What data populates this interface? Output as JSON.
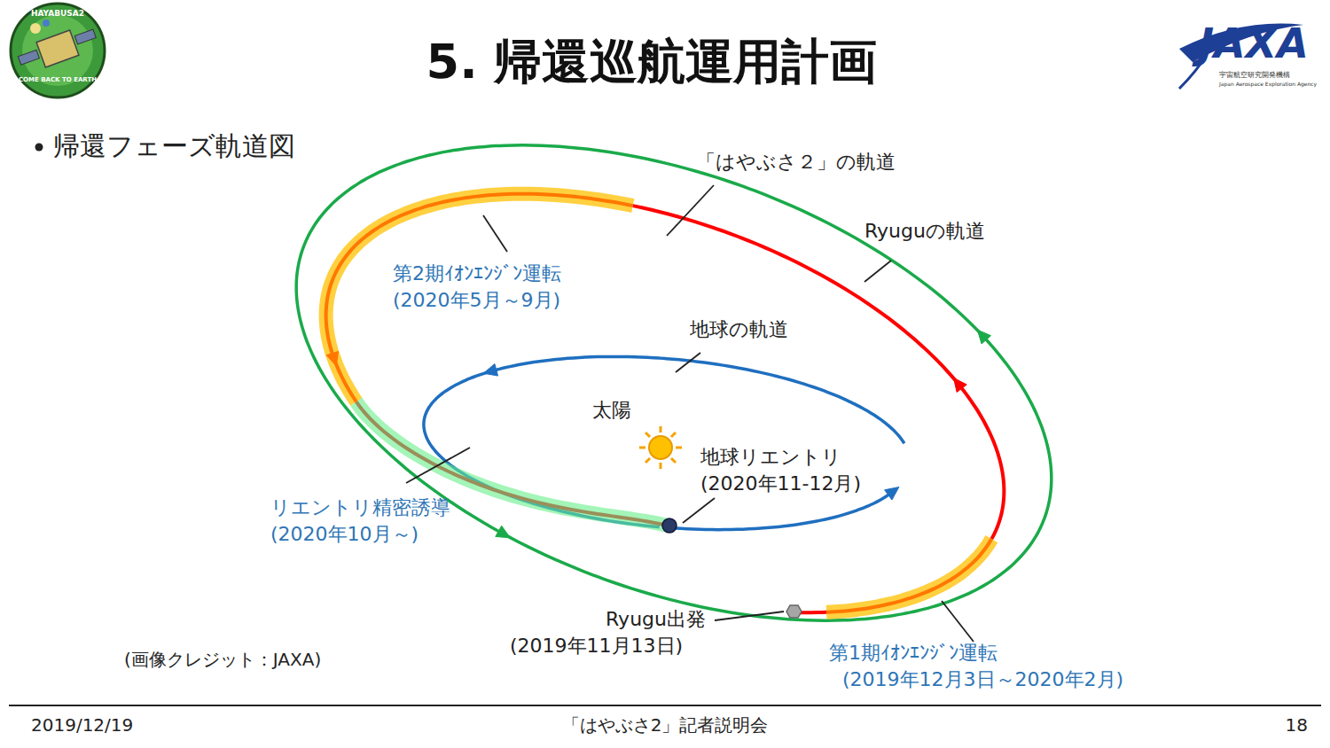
{
  "diagram": {
    "title": "5. 帰還巡航運用計画",
    "caption": "(画像クレジット：JAXA)",
    "labels": [
      "HAYABUSA2",
      "COME BACK TO EARTH",
      "JAXA",
      "宇宙航空研究開発機構",
      "Japan Aerospace Exploration Agency",
      "帰還フェーズ軌道図",
      "「はやぶさ２」の軌道",
      "Ryuguの軌道",
      "第2期ｲｵﾝｴﾝｼﾞﾝ運転",
      "(2020年5月～9月)",
      "地球の軌道",
      "太陽",
      "地球リエントリ",
      "(2020年11-12月)",
      "リエントリ精密誘導",
      "(2020年10月～)",
      "Ryugu出発",
      "(2019年11月13日)",
      "第1期ｲｵﾝｴﾝｼﾞﾝ運転",
      "(2019年12月3日～2020年2月)",
      "2019/12/19",
      "「はやぶさ2」記者説明会",
      "18"
    ]
  }
}
